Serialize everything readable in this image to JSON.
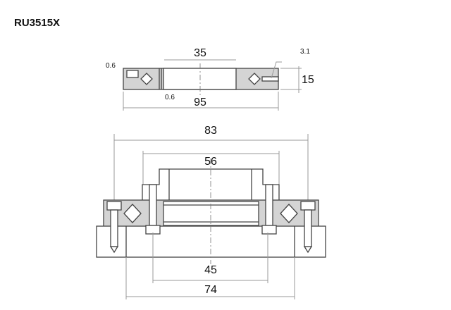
{
  "title": "RU3515X",
  "top_view": {
    "dims": {
      "inner": "35",
      "outer": "95",
      "height": "15",
      "chamfer_left": "0.6",
      "chamfer_bottom": "0.6",
      "note": "3.1"
    }
  },
  "assembly_view": {
    "dims": {
      "bolt_pitch_outer": "83",
      "housing": "56",
      "bore": "45",
      "bolt_pitch_inner": "74"
    }
  }
}
